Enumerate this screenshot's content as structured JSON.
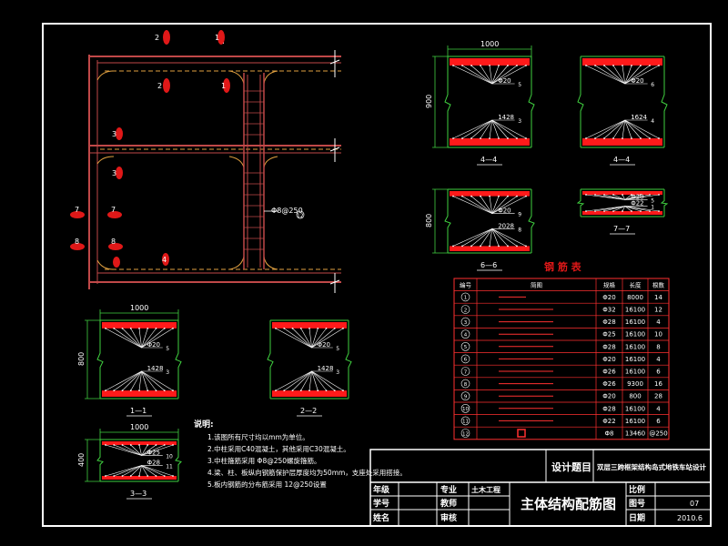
{
  "drawing": {
    "title_block": {
      "design_topic_label": "设计题目",
      "design_topic_value": "双层三跨框架结构岛式地铁车站设计",
      "drawing_name": "主体结构配筋图",
      "rows_left": [
        "年级",
        "学号",
        "姓名"
      ],
      "major_label": "专业",
      "major_value": "土木工程",
      "advisor_label": "教师",
      "reviewer_label": "审核",
      "scale_label": "比例",
      "sheet_label": "图号",
      "sheet_value": "07",
      "date_label": "日期",
      "date_value": "2010.6"
    },
    "notes": {
      "heading": "说明:",
      "items": [
        "1.该图所有尺寸均以mm为单位。",
        "2.中柱采用C40混凝土，其他采用C30混凝土。",
        "3.中柱箍筋采用 Φ8@250螺旋箍筋。",
        "4.梁、柱、板纵向钢筋保护层厚度均为50mm，支座处采用搭接。",
        "5.板内钢筋的分布筋采用 12@250设置"
      ]
    },
    "plan_labels": {
      "bar_marks": [
        "2",
        "1",
        "2",
        "1",
        "3",
        "3",
        "7",
        "7",
        "8",
        "8",
        "4"
      ],
      "stirrup_label": "Φ8@250",
      "stirrup_mark": "12"
    },
    "sections": [
      {
        "name": "4—4",
        "width": "1000",
        "height": "900",
        "top_bar": "Φ20",
        "top_mark": "5",
        "bottom_bar": "1428",
        "bottom_mark": "3"
      },
      {
        "name": "4—4",
        "width": "",
        "height": "",
        "top_bar": "Φ20",
        "top_mark": "6",
        "bottom_bar": "1624",
        "bottom_mark": "4"
      },
      {
        "name": "6—6",
        "width": "",
        "height": "800",
        "top_bar": "Φ20",
        "top_mark": "9",
        "bottom_bar": "2028",
        "bottom_mark": "8"
      },
      {
        "name": "7—7",
        "width": "",
        "height": "",
        "top_bar": "Φ20",
        "top_mark": "5",
        "bottom_bar": "Φ22",
        "bottom_mark": "1"
      },
      {
        "name": "1—1",
        "width": "1000",
        "height": "800",
        "top_bar": "Φ20",
        "top_mark": "5",
        "bottom_bar": "1428",
        "bottom_mark": "3"
      },
      {
        "name": "2—2",
        "width": "",
        "height": "",
        "top_bar": "Φ20",
        "top_mark": "5",
        "bottom_bar": "1428",
        "bottom_mark": "3"
      },
      {
        "name": "3—3",
        "width": "1000",
        "height": "400",
        "top_bar": "Φ25",
        "top_mark": "10",
        "bottom_bar": "Φ28",
        "bottom_mark": "11"
      }
    ],
    "rebar_table": {
      "title": "钢 筋 表",
      "headers": [
        "编号",
        "简图",
        "规格",
        "长度",
        "根数"
      ],
      "rows": [
        [
          "1",
          "Φ20",
          "8000",
          "14"
        ],
        [
          "2",
          "Φ32",
          "16100",
          "12"
        ],
        [
          "3",
          "Φ28",
          "16100",
          "4"
        ],
        [
          "4",
          "Φ25",
          "16100",
          "10"
        ],
        [
          "5",
          "Φ28",
          "16100",
          "8"
        ],
        [
          "6",
          "Φ20",
          "16100",
          "4"
        ],
        [
          "7",
          "Φ26",
          "16100",
          "6"
        ],
        [
          "8",
          "Φ26",
          "9300",
          "16"
        ],
        [
          "9",
          "Φ20",
          "800",
          "28"
        ],
        [
          "10",
          "Φ28",
          "16100",
          "4"
        ],
        [
          "11",
          "Φ22",
          "16100",
          "6"
        ],
        [
          "12",
          "Φ8",
          "13460",
          "@250"
        ]
      ]
    }
  }
}
